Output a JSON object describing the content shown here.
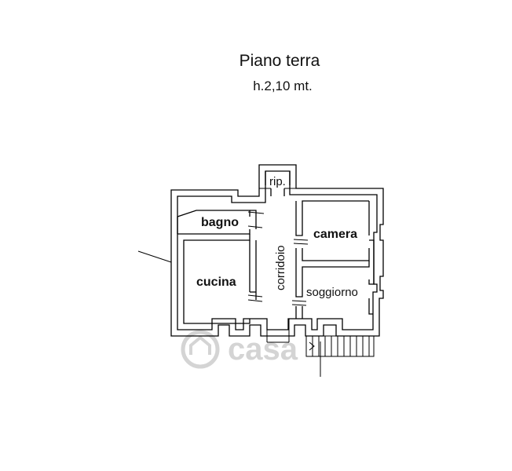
{
  "header": {
    "title": "Piano terra",
    "height_note": "h.2,10 mt."
  },
  "rooms": {
    "ripostiglio": "rip.",
    "bagno": "bagno",
    "camera": "camera",
    "corridoio": "corridoio",
    "cucina": "cucina",
    "soggiorno": "soggiorno"
  },
  "watermark": {
    "brand": "casa"
  },
  "colors": {
    "wall": "#000000",
    "background": "#ffffff",
    "watermark": "#d4d4d4"
  }
}
